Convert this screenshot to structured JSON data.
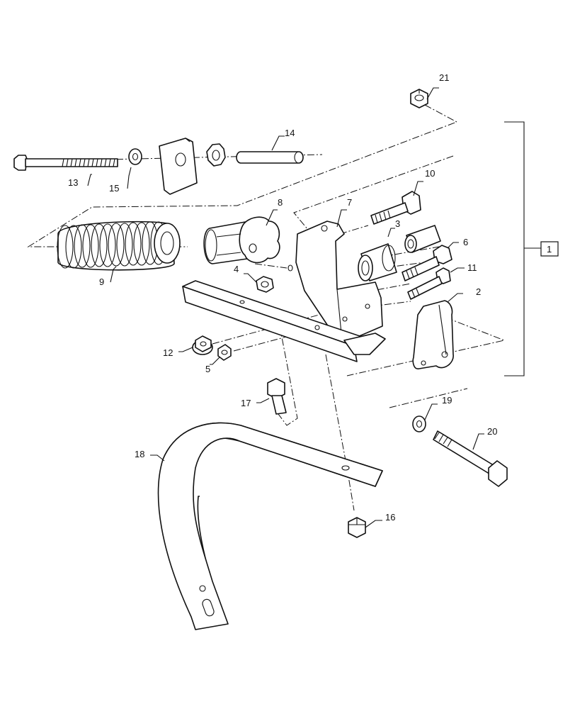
{
  "diagram": {
    "callouts": [
      {
        "id": "c21",
        "text": "21"
      },
      {
        "id": "c14",
        "text": "14"
      },
      {
        "id": "c13",
        "text": "13"
      },
      {
        "id": "c15",
        "text": "15"
      },
      {
        "id": "c10",
        "text": "10"
      },
      {
        "id": "c8",
        "text": "8"
      },
      {
        "id": "c7",
        "text": "7"
      },
      {
        "id": "c3",
        "text": "3"
      },
      {
        "id": "c6",
        "text": "6"
      },
      {
        "id": "c9",
        "text": "9"
      },
      {
        "id": "c4",
        "text": "4"
      },
      {
        "id": "c11",
        "text": "11"
      },
      {
        "id": "c2",
        "text": "2"
      },
      {
        "id": "c12",
        "text": "12"
      },
      {
        "id": "c5",
        "text": "5"
      },
      {
        "id": "c17",
        "text": "17"
      },
      {
        "id": "c19",
        "text": "19"
      },
      {
        "id": "c20",
        "text": "20"
      },
      {
        "id": "c18",
        "text": "18"
      },
      {
        "id": "c16",
        "text": "16"
      }
    ],
    "group_label": "1"
  }
}
